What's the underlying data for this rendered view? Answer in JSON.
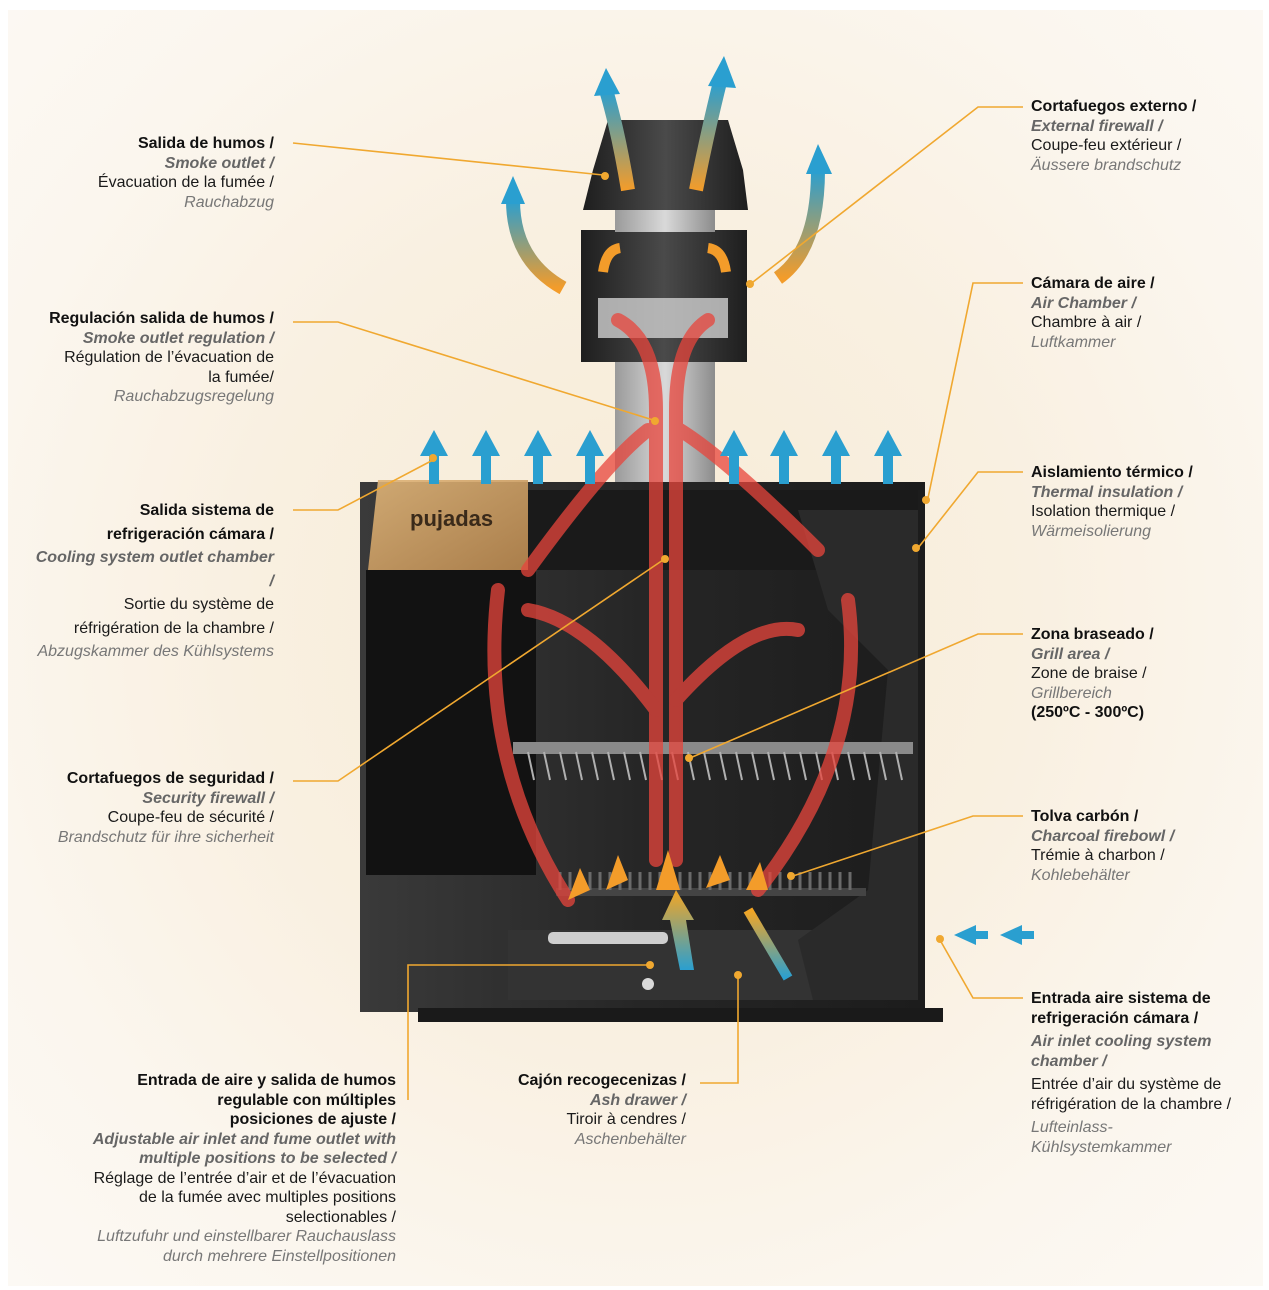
{
  "brand": "pujadas",
  "labels": {
    "smoke_outlet": {
      "es": "Salida de humos /",
      "en": "Smoke outlet /",
      "fr": "Évacuation de la fumée /",
      "de": "Rauchabzug"
    },
    "smoke_outlet_regulation": {
      "es": "Regulación salida de humos /",
      "en": "Smoke outlet regulation /",
      "fr": "Régulation de l’évacuation de\nla fumée/",
      "de": "Rauchabzugsregelung"
    },
    "cooling_outlet": {
      "es": "Salida sistema de\nrefrigeración cámara /",
      "en": "Cooling system outlet chamber /",
      "fr": "Sortie du système de\nréfrigération de la chambre /",
      "de": "Abzugskammer des Kühlsystems"
    },
    "security_firewall": {
      "es": "Cortafuegos de seguridad /",
      "en": "Security firewall /",
      "fr": "Coupe-feu de sécurité /",
      "de": "Brandschutz für ihre sicherheit"
    },
    "air_inlet_adjust": {
      "es": "Entrada de aire y salida de humos\nregulable con múltiples\nposiciones de ajuste /",
      "en": "Adjustable air inlet and fume outlet with\nmultiple positions to be selected /",
      "fr": "Réglage de l’entrée d’air et de l’évacuation\nde la fumée avec multiples positions\nselectionables /",
      "de": "Luftzufuhr und einstellbarer Rauchauslass\ndurch mehrere Einstellpositionen"
    },
    "ash_drawer": {
      "es": "Cajón recogecenizas /",
      "en": "Ash drawer /",
      "fr": "Tiroir à cendres /",
      "de": "Aschenbehälter"
    },
    "external_firewall": {
      "es": "Cortafuegos externo /",
      "en": "External firewall /",
      "fr": "Coupe-feu extérieur /",
      "de": "Äussere brandschutz"
    },
    "air_chamber": {
      "es": "Cámara de aire /",
      "en": "Air Chamber /",
      "fr": "Chambre à air /",
      "de": "Luftkammer"
    },
    "thermal_insulation": {
      "es": "Aislamiento térmico /",
      "en": "Thermal insulation /",
      "fr": "Isolation thermique /",
      "de": "Wärmeisolierung"
    },
    "grill_area": {
      "es": "Zona braseado /",
      "en": "Grill area /",
      "fr": "Zone de braise /",
      "de": "Grillbereich",
      "temp": "(250ºC - 300ºC)"
    },
    "charcoal_firebowl": {
      "es": "Tolva carbón /",
      "en": "Charcoal firebowl /",
      "fr": "Trémie à charbon /",
      "de": "Kohlebehälter"
    },
    "air_inlet_cooling": {
      "es": "Entrada aire sistema de\nrefrigeración cámara /",
      "en": "Air inlet cooling system\nchamber /",
      "fr": "Entrée d’air du système de\nréfrigération de la chambre /",
      "de": "Lufteinlass-\nKühlsystemkammer"
    }
  },
  "colors": {
    "leader_line": "#f0a830",
    "cold_arrow": "#2a9fd0",
    "hot_arrow": "#e8453c",
    "warm_arrow": "#f39c2a",
    "body": "#2b2b2b"
  }
}
